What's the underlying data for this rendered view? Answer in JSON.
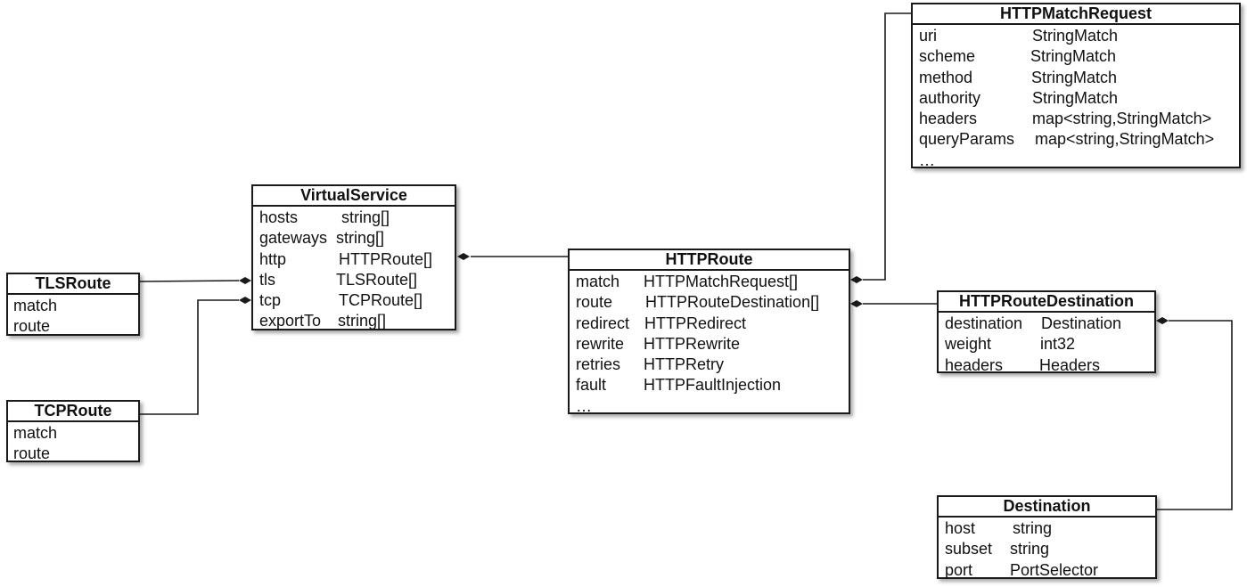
{
  "diagram": {
    "boxes": [
      {
        "id": "tlsroute",
        "title": "TLSRoute",
        "fields": [
          {
            "name": "match",
            "type": ""
          },
          {
            "name": "route",
            "type": ""
          }
        ]
      },
      {
        "id": "tcproute",
        "title": "TCPRoute",
        "fields": [
          {
            "name": "match",
            "type": ""
          },
          {
            "name": "route",
            "type": ""
          }
        ]
      },
      {
        "id": "virtualservice",
        "title": "VirtualService",
        "fields": [
          {
            "name": "hosts",
            "type": "string[]"
          },
          {
            "name": "gateways",
            "type": "string[]"
          },
          {
            "name": "http",
            "type": "HTTPRoute[]"
          },
          {
            "name": "tls",
            "type": "TLSRoute[]"
          },
          {
            "name": "tcp",
            "type": "TCPRoute[]"
          },
          {
            "name": "exportTo",
            "type": "string[]"
          }
        ]
      },
      {
        "id": "httproute",
        "title": "HTTPRoute",
        "fields": [
          {
            "name": "match",
            "type": "HTTPMatchRequest[]"
          },
          {
            "name": "route",
            "type": "HTTPRouteDestination[]"
          },
          {
            "name": "redirect",
            "type": "HTTPRedirect"
          },
          {
            "name": "rewrite",
            "type": "HTTPRewrite"
          },
          {
            "name": "retries",
            "type": "HTTPRetry"
          },
          {
            "name": "fault",
            "type": "HTTPFaultInjection"
          },
          {
            "name": "…",
            "type": ""
          }
        ]
      },
      {
        "id": "httpmatchrequest",
        "title": "HTTPMatchRequest",
        "fields": [
          {
            "name": "uri",
            "type": "StringMatch"
          },
          {
            "name": "scheme",
            "type": "StringMatch"
          },
          {
            "name": "method",
            "type": "StringMatch"
          },
          {
            "name": "authority",
            "type": "StringMatch"
          },
          {
            "name": "headers",
            "type": "map<string,StringMatch>"
          },
          {
            "name": "queryParams",
            "type": "map<string,StringMatch>"
          },
          {
            "name": "…",
            "type": ""
          }
        ]
      },
      {
        "id": "httproutedestination",
        "title": "HTTPRouteDestination",
        "fields": [
          {
            "name": "destination",
            "type": "Destination"
          },
          {
            "name": "weight",
            "type": "int32"
          },
          {
            "name": "headers",
            "type": "Headers"
          }
        ]
      },
      {
        "id": "destination",
        "title": "Destination",
        "fields": [
          {
            "name": "host",
            "type": "string"
          },
          {
            "name": "subset",
            "type": "string"
          },
          {
            "name": "port",
            "type": "PortSelector"
          }
        ]
      }
    ],
    "connectors": [
      {
        "from": "tlsroute",
        "to": "virtualservice.tls",
        "kind": "composition"
      },
      {
        "from": "tcproute",
        "to": "virtualservice.tcp",
        "kind": "composition"
      },
      {
        "from": "httproute",
        "to": "virtualservice.http",
        "kind": "composition"
      },
      {
        "from": "httpmatchrequest",
        "to": "httproute.match",
        "kind": "composition"
      },
      {
        "from": "httproutedestination",
        "to": "httproute.route",
        "kind": "composition"
      },
      {
        "from": "destination",
        "to": "httproutedestination.destination",
        "kind": "composition"
      }
    ],
    "colors": {
      "line": "#1a1a1a",
      "box_fill": "#ffffff",
      "text": "#111111"
    }
  }
}
